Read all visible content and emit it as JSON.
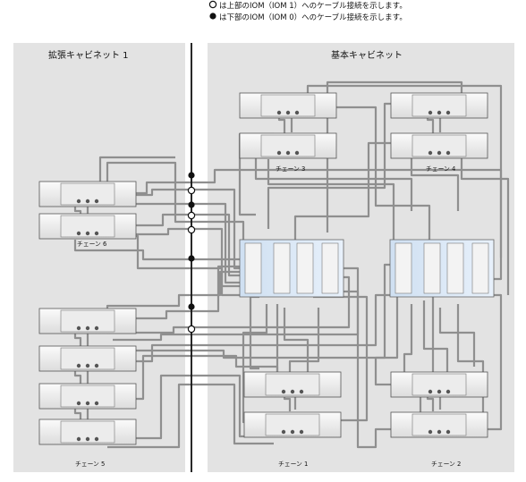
{
  "legend": {
    "upper_text": "は上部のIOM（IOM 1）へのケーブル接続を示します。",
    "lower_text": "は下部のIOM（IOM 0）へのケーブル接続を示します。"
  },
  "cabinets": {
    "expansion_title": "拡張キャビネット 1",
    "base_title": "基本キャビネット"
  },
  "chains": {
    "c1": "チェーン 1",
    "c2": "チェーン 2",
    "c3": "チェーン 3",
    "c4": "チェーン 4",
    "c5": "チェーン 5",
    "c6": "チェーン 6"
  },
  "colors": {
    "panel": "#e3e3e3",
    "tray": "#f4f4f4",
    "controller": "#d4e4f4",
    "cable": "#9a9a9a",
    "divider": "#111111"
  }
}
